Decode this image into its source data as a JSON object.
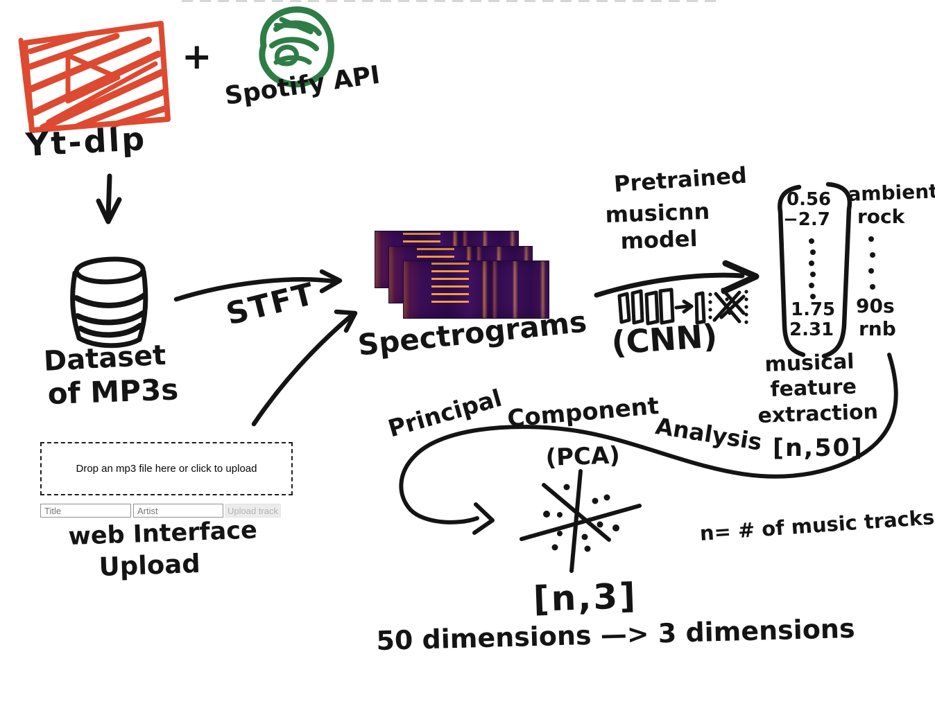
{
  "canvas": {
    "background": "#ffffff",
    "ink_color": "#141414",
    "youtube_red": "#dd4a31",
    "spotify_green": "#2e7d46",
    "spectrogram_purple": "#330b4f",
    "spectrogram_orange": "#f5a03e"
  },
  "sources": {
    "youtube_caption": "Yt-dlp",
    "plus_sign": "+",
    "spotify_caption": "Spotify API"
  },
  "dataset": {
    "caption_line1": "Dataset",
    "caption_line2": "of MP3s"
  },
  "stft": {
    "label": "STFT"
  },
  "spectrograms": {
    "caption": "Spectrograms"
  },
  "cnn": {
    "title_line1": "Pretrained",
    "title_line2": "musicnn",
    "title_line3": "model",
    "caption": "(CNN)"
  },
  "feature_vector": {
    "top_values": [
      "0.56",
      "−2.7"
    ],
    "bottom_values": [
      "1.75",
      "2.31"
    ],
    "top_tags": [
      "ambient",
      "rock"
    ],
    "bottom_tags": [
      "90s",
      "rnb"
    ]
  },
  "feature_extraction": {
    "line1": "musical",
    "line2": "feature",
    "line3": "extraction",
    "shape": "[n,50]"
  },
  "pca": {
    "title_word1": "Principal",
    "title_word2": "Component",
    "title_word3": "Analysis",
    "abbrev": "(PCA)",
    "output_shape": "[n,3]",
    "dims_note": "50 dimensions —> 3 dimensions",
    "n_note": "n= # of music tracks"
  },
  "upload_widget": {
    "dropzone_text": "Drop an mp3 file here or click to upload",
    "title_placeholder": "Title",
    "artist_placeholder": "Artist",
    "upload_button": "Upload track",
    "caption_line1": "web Interface",
    "caption_line2": "Upload"
  }
}
